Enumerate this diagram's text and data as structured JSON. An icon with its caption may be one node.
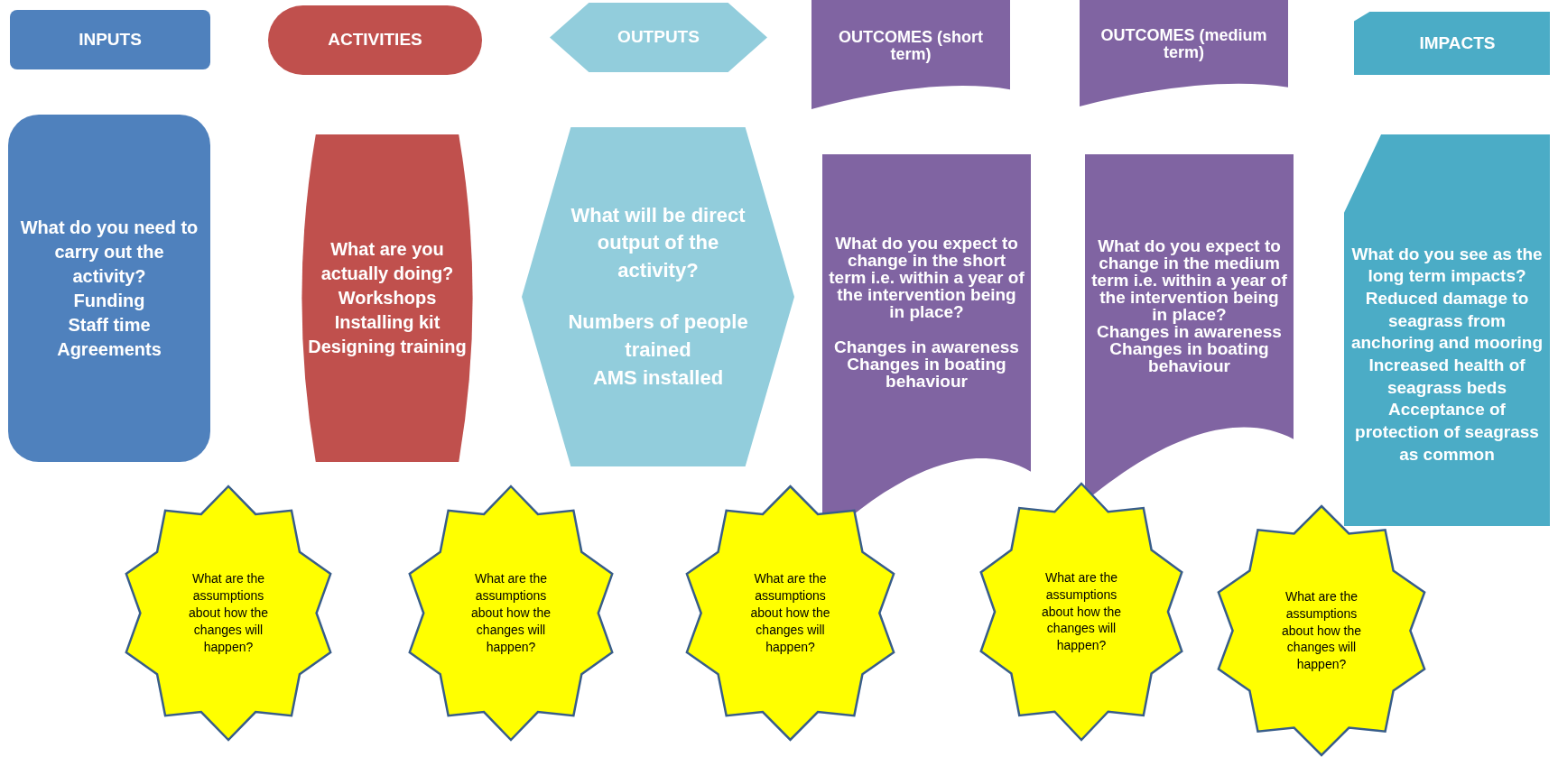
{
  "diagram": {
    "nodes": [
      {
        "text": [
          "INPUTS"
        ]
      },
      {
        "text": [
          "ACTIVITIES"
        ]
      },
      {
        "text": [
          "OUTPUTS"
        ]
      },
      {
        "text": [
          "OUTCOMES (short term)"
        ]
      },
      {
        "text": [
          "OUTCOMES (medium term)"
        ]
      },
      {
        "text": [
          "IMPACTS"
        ]
      },
      {
        "text": [
          "What do you need to carry out the activity?",
          "Funding",
          "Staff time",
          "Agreements"
        ]
      },
      {
        "text": [
          "What are you actually doing?",
          "Workshops",
          "Installing kit",
          "Designing training"
        ]
      },
      {
        "text": [
          "What will be direct output of the activity?",
          "Numbers of people trained",
          "AMS installed"
        ]
      },
      {
        "text": [
          "What do you expect to change in the short term  i.e. within a year of the intervention being in place?",
          "Changes in awareness",
          "Changes in boating behaviour"
        ]
      },
      {
        "text": [
          "What do you expect to change in the medium  term  i.e. within a year of the intervention being in place?",
          "Changes in awareness",
          "Changes in boating behaviour"
        ]
      },
      {
        "text": [
          "What do you see as the long term impacts?",
          "Reduced damage to seagrass from anchoring and mooring",
          "Increased health of seagrass beds",
          "Acceptance of protection of seagrass as common"
        ]
      },
      {
        "text": [
          "What are the assumptions about how the changes will happen?"
        ]
      },
      {
        "text": [
          "What are the assumptions about how the changes will happen?"
        ]
      },
      {
        "text": [
          "What are the assumptions about how the changes will happen?"
        ]
      },
      {
        "text": [
          "What are the assumptions about how the changes will happen?"
        ]
      },
      {
        "text": [
          "What are the assumptions about how the changes will happen?"
        ]
      }
    ]
  }
}
